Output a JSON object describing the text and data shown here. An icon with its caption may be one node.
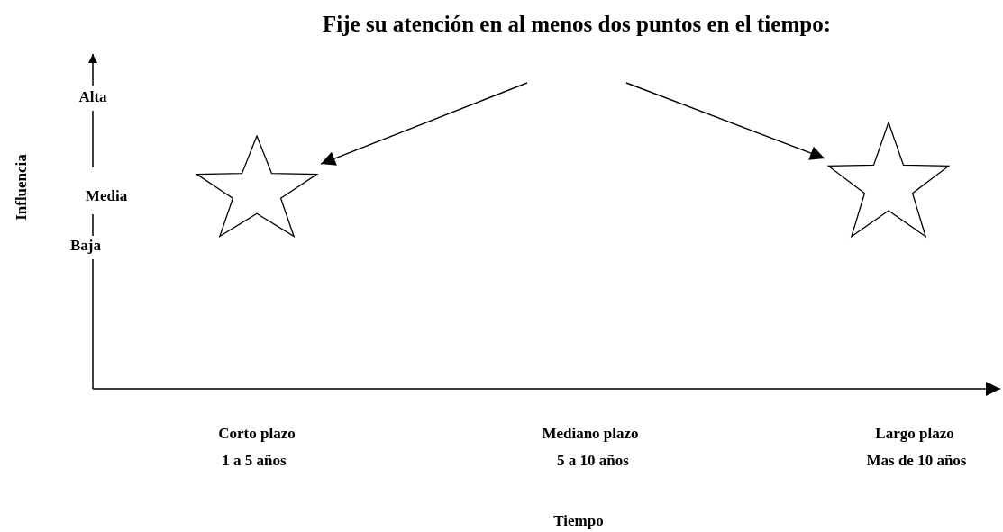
{
  "diagram": {
    "nodes": [
      {
        "text": [
          "Fije su atención en al menos dos puntos en el tiempo:"
        ]
      },
      {
        "text": [],
        "shape": "star"
      },
      {
        "text": [],
        "shape": "star"
      }
    ],
    "edges": [
      {
        "from": 0,
        "to": 1,
        "arrow": "to"
      },
      {
        "from": 0,
        "to": 2,
        "arrow": "to"
      }
    ],
    "labels": [
      "Alta",
      "Influencia",
      "Media",
      "Baja",
      "Corto plazo",
      "Mediano plazo",
      "Largo plazo",
      "1 a 5 años",
      "5 a 10 años",
      "Mas de 10 años",
      "Tiempo"
    ]
  }
}
